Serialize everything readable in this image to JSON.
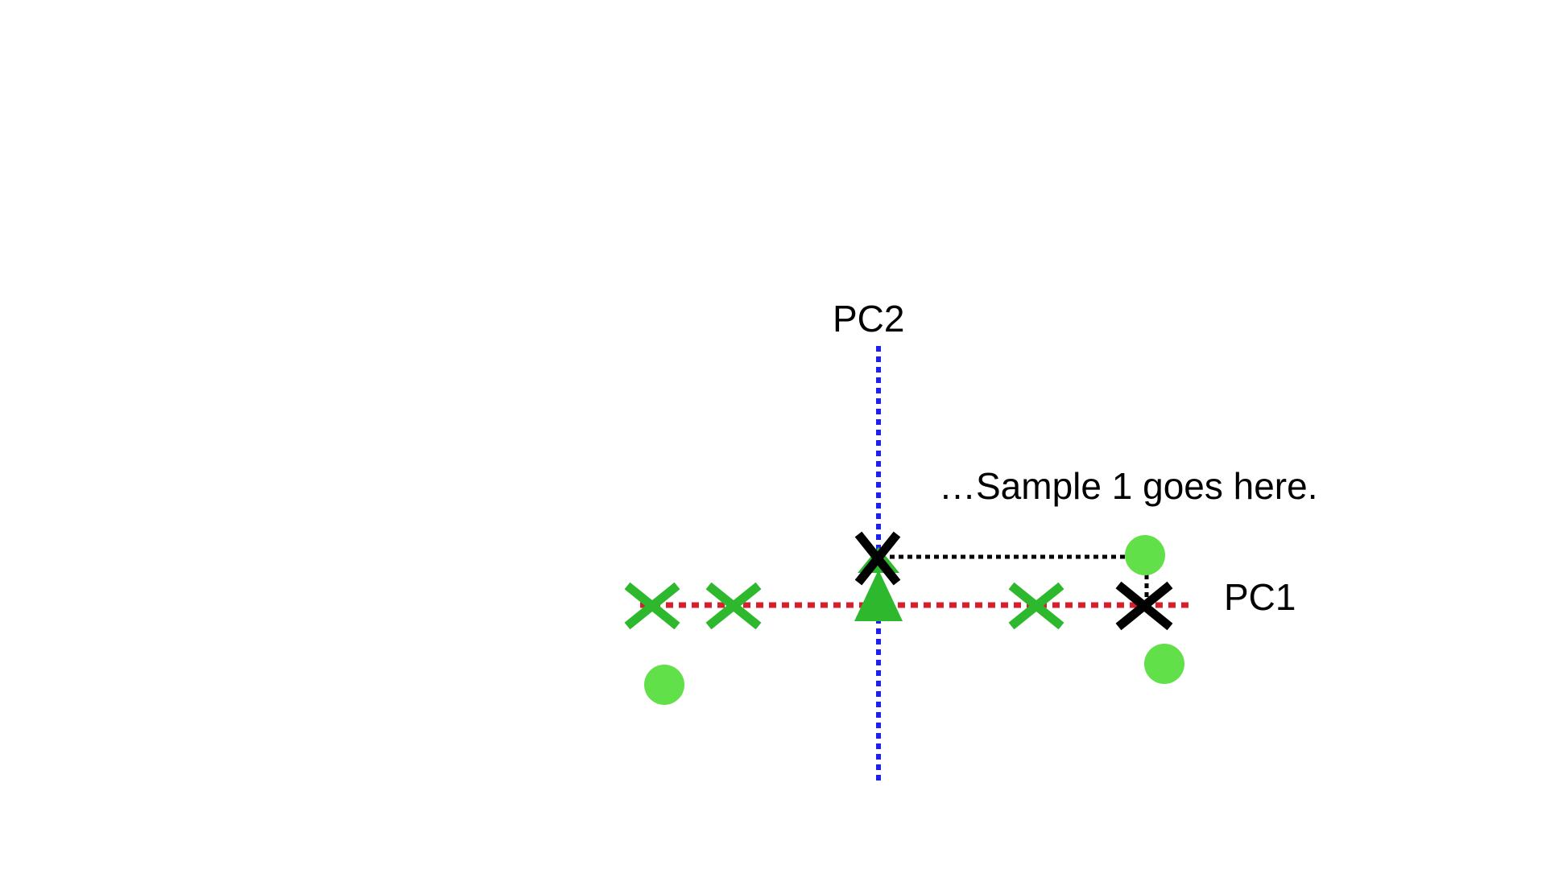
{
  "labels": {
    "pc1": "PC1",
    "pc2": "PC2",
    "annotation": "…Sample 1 goes here."
  },
  "colors": {
    "pc1_axis": "#d6202e",
    "pc2_axis": "#1f1ff2",
    "green_cross": "#2db82d",
    "green_dot": "#62e04a",
    "black": "#000000"
  },
  "icons": {
    "cross": "x-mark-icon",
    "dot": "circle-dot-icon",
    "arrow": "up-arrow-icon"
  }
}
